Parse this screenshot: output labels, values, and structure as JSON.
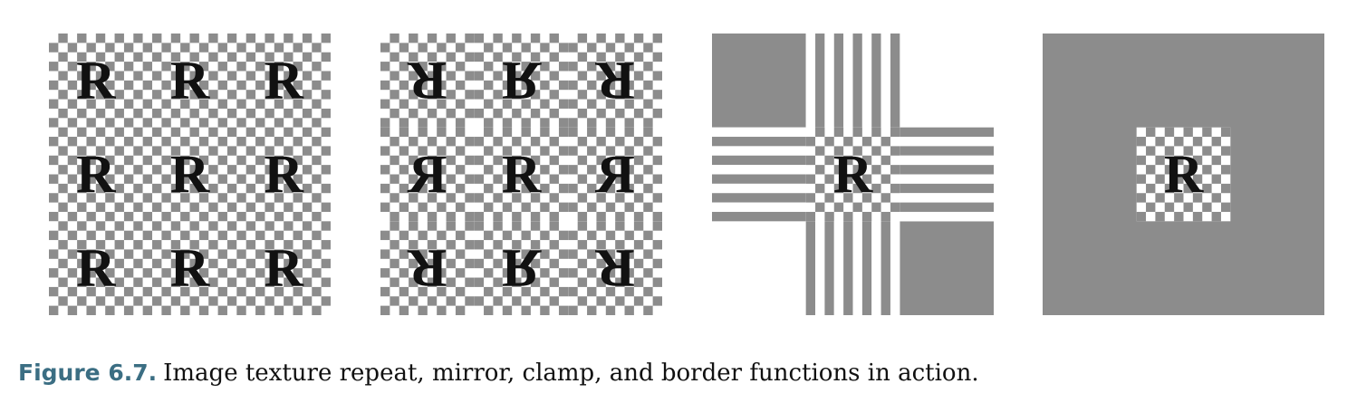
{
  "figure": {
    "label": "Figure 6.7.",
    "caption": "Image texture repeat, mirror, clamp, and border functions in action."
  },
  "glyph": "R",
  "panels": [
    {
      "mode": "repeat"
    },
    {
      "mode": "mirror"
    },
    {
      "mode": "clamp"
    },
    {
      "mode": "border"
    }
  ],
  "colors": {
    "checker_light": "#ffffff",
    "checker_dark": "#8c8c8c",
    "border_gray": "#8c8c8c",
    "glyph": "#111111",
    "caption_label": "#3b6e83"
  }
}
